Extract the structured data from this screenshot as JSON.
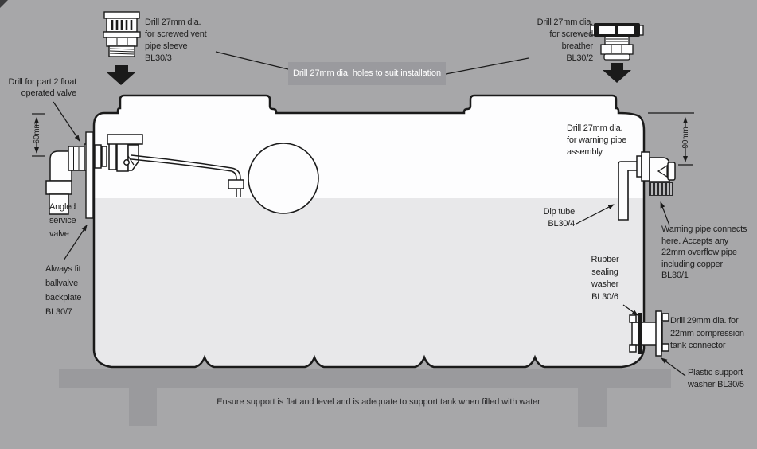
{
  "banner": {
    "text": "Drill 27mm dia. holes to suit installation"
  },
  "labels": {
    "vent": "Drill 27mm dia.\nfor screwed vent\npipe sleeve\nBL30/3",
    "breather": "Drill 27mm dia.\nfor screwed\nbreather\nBL30/2",
    "float_valve": "Drill for part 2 float\noperated valve",
    "angled_valve": "Angled\nservice\nvalve",
    "backplate": "Always fit\nballvalve\nbackplate\nBL30/7",
    "warning_assembly": "Drill 27mm dia.\nfor warning pipe\nassembly",
    "dip_tube": "Dip tube\nBL30/4",
    "warning_connects": "Warning pipe connects\nhere. Accepts any\n22mm overflow pipe\nincluding copper\nBL30/1",
    "rubber_washer": "Rubber\nsealing\nwasher\nBL30/6",
    "tank_connector": "Drill 29mm dia. for\n22mm compression\ntank connector",
    "support_washer": "Plastic support\nwasher BL30/5",
    "dim_left": "60mm",
    "dim_right": "90mm",
    "support_note": "Ensure support is flat and level and is adequate to support tank when filled with water"
  },
  "colors": {
    "background": "#a7a7a9",
    "banner_bg": "#9a9a9e",
    "banner_text": "#ffffff",
    "water": "#e8e8ea",
    "tank_fill": "#fdfdfe",
    "support": "#9a9a9d",
    "line": "#1a1a1a"
  }
}
